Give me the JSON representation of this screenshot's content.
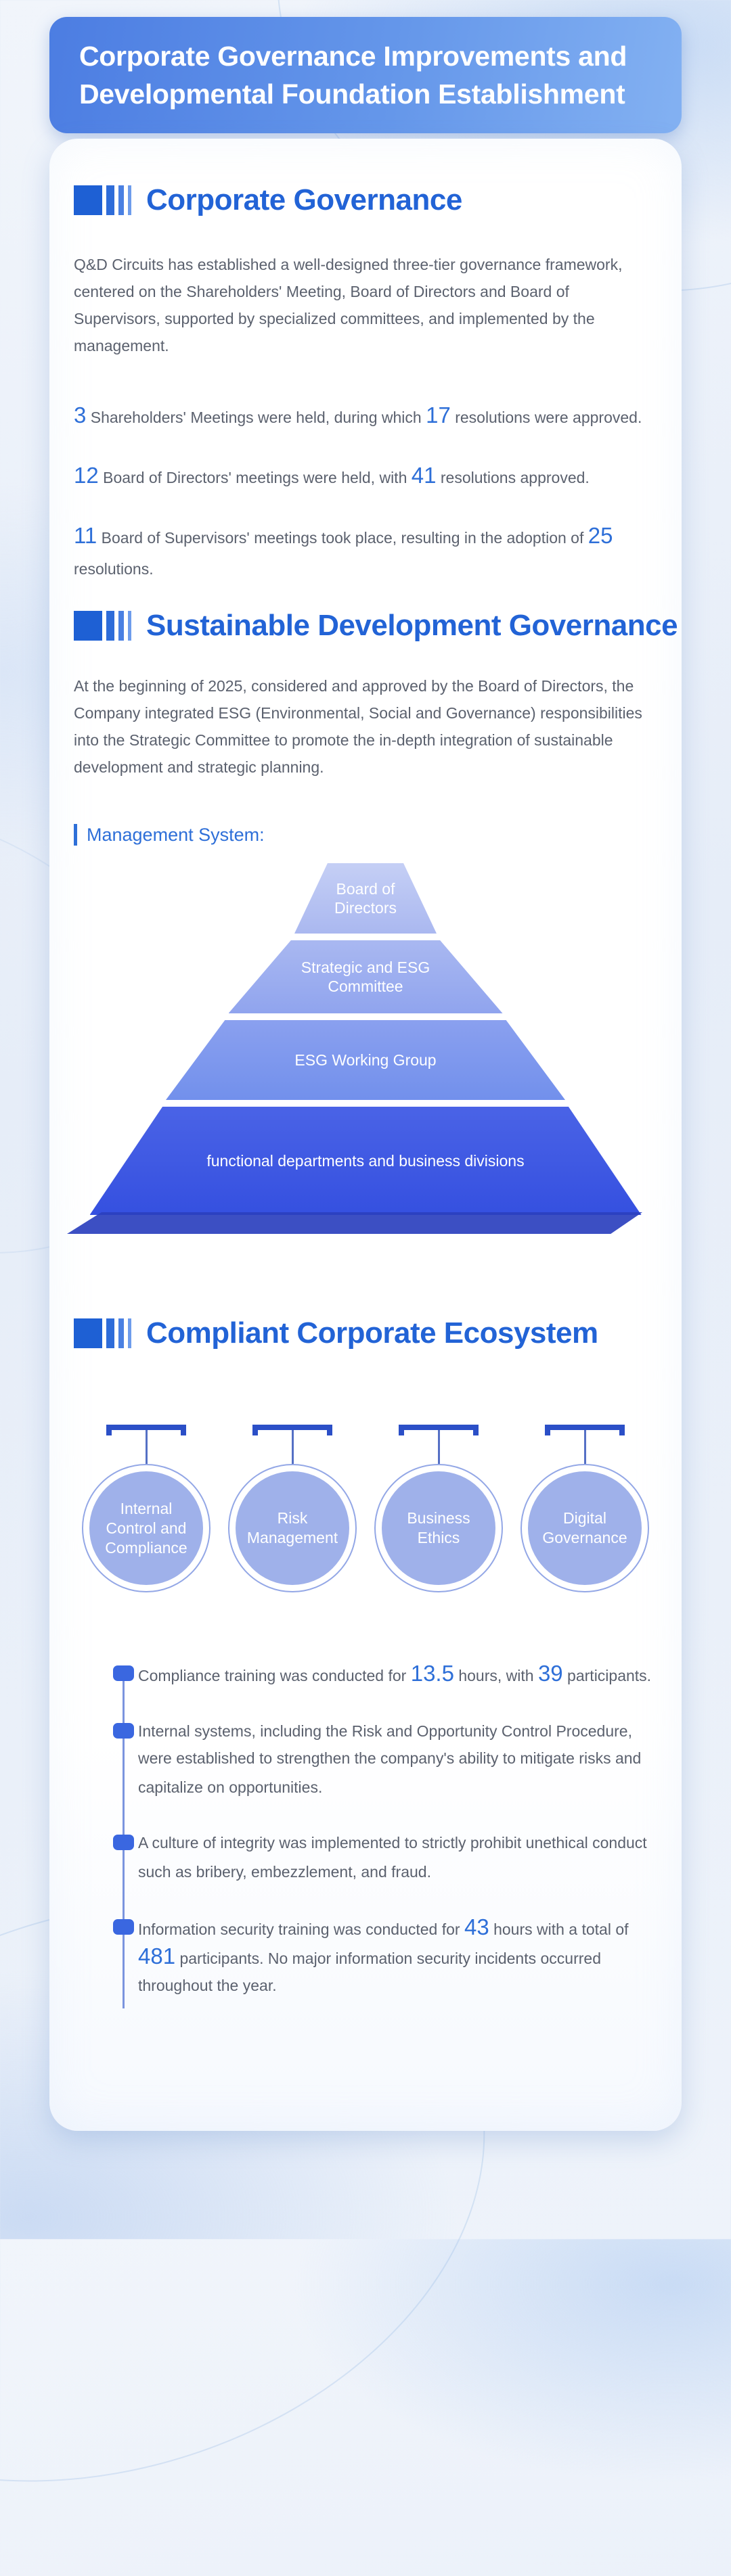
{
  "theme": {
    "accent_blue": "#2263d6",
    "number_blue": "#2e6fd8",
    "header_gradient": [
      "#4c7de2",
      "#83b1f2"
    ],
    "pyramid_colors": [
      "#aab8f0",
      "#90a4ee",
      "#7290ec",
      "#3550e0"
    ],
    "circle_fill": "#9fb1ea",
    "timeline_marker": "#3a67e0"
  },
  "header": {
    "title_line1": "Corporate Governance Improvements and",
    "title_line2": "Developmental Foundation Establishment"
  },
  "governance": {
    "title": "Corporate Governance",
    "intro": "Q&D Circuits has established a well-designed three-tier governance framework, centered on the Shareholders' Meeting, Board of Directors and Board of Supervisors, supported by specialized committees, and implemented by the management.",
    "stats": [
      {
        "num1": "3",
        "text1": " Shareholders' Meetings were held, during which ",
        "num2": "17",
        "text2": " resolutions were approved."
      },
      {
        "num1": "12",
        "text1": " Board of Directors' meetings were held, with ",
        "num2": "41",
        "text2": " resolutions approved."
      },
      {
        "num1": "11",
        "text1": " Board of Supervisors' meetings took place, resulting in the adoption of ",
        "num2": "25",
        "text2": " resolutions."
      }
    ]
  },
  "sustainable": {
    "title": "Sustainable Development Governance",
    "intro": "At the beginning of 2025, considered and approved by the Board of Directors, the Company integrated ESG (Environmental, Social and Governance) responsibilities into the Strategic Committee to promote the in-depth integration of sustainable development and strategic planning.",
    "management_label": "Management System:",
    "pyramid_tiers": [
      {
        "label": "Board of Directors"
      },
      {
        "label": "Strategic and ESG Committee"
      },
      {
        "label": "ESG Working Group"
      },
      {
        "label": "functional departments and business divisions"
      }
    ]
  },
  "ecosystem": {
    "title": "Compliant Corporate Ecosystem",
    "circles": [
      {
        "label": "Internal Control and Compliance"
      },
      {
        "label": "Risk Management"
      },
      {
        "label": "Business Ethics"
      },
      {
        "label": "Digital Governance"
      }
    ],
    "timeline": [
      {
        "pre": "Compliance training was conducted for ",
        "num1": "13.5",
        "mid": " hours, with ",
        "num2": "39",
        "post": " participants."
      },
      {
        "pre": "Internal systems, including the Risk and Opportunity Control Procedure, were established to strengthen the company's ability to mitigate risks and capitalize on opportunities.",
        "num1": "",
        "mid": "",
        "num2": "",
        "post": ""
      },
      {
        "pre": "A culture of integrity was implemented to strictly prohibit unethical conduct such as bribery, embezzlement, and fraud.",
        "num1": "",
        "mid": "",
        "num2": "",
        "post": ""
      },
      {
        "pre": "Information security training was conducted for ",
        "num1": "43",
        "mid": " hours with a total of ",
        "num2": "481",
        "post": " participants. No major information security incidents occurred throughout the year."
      }
    ]
  }
}
